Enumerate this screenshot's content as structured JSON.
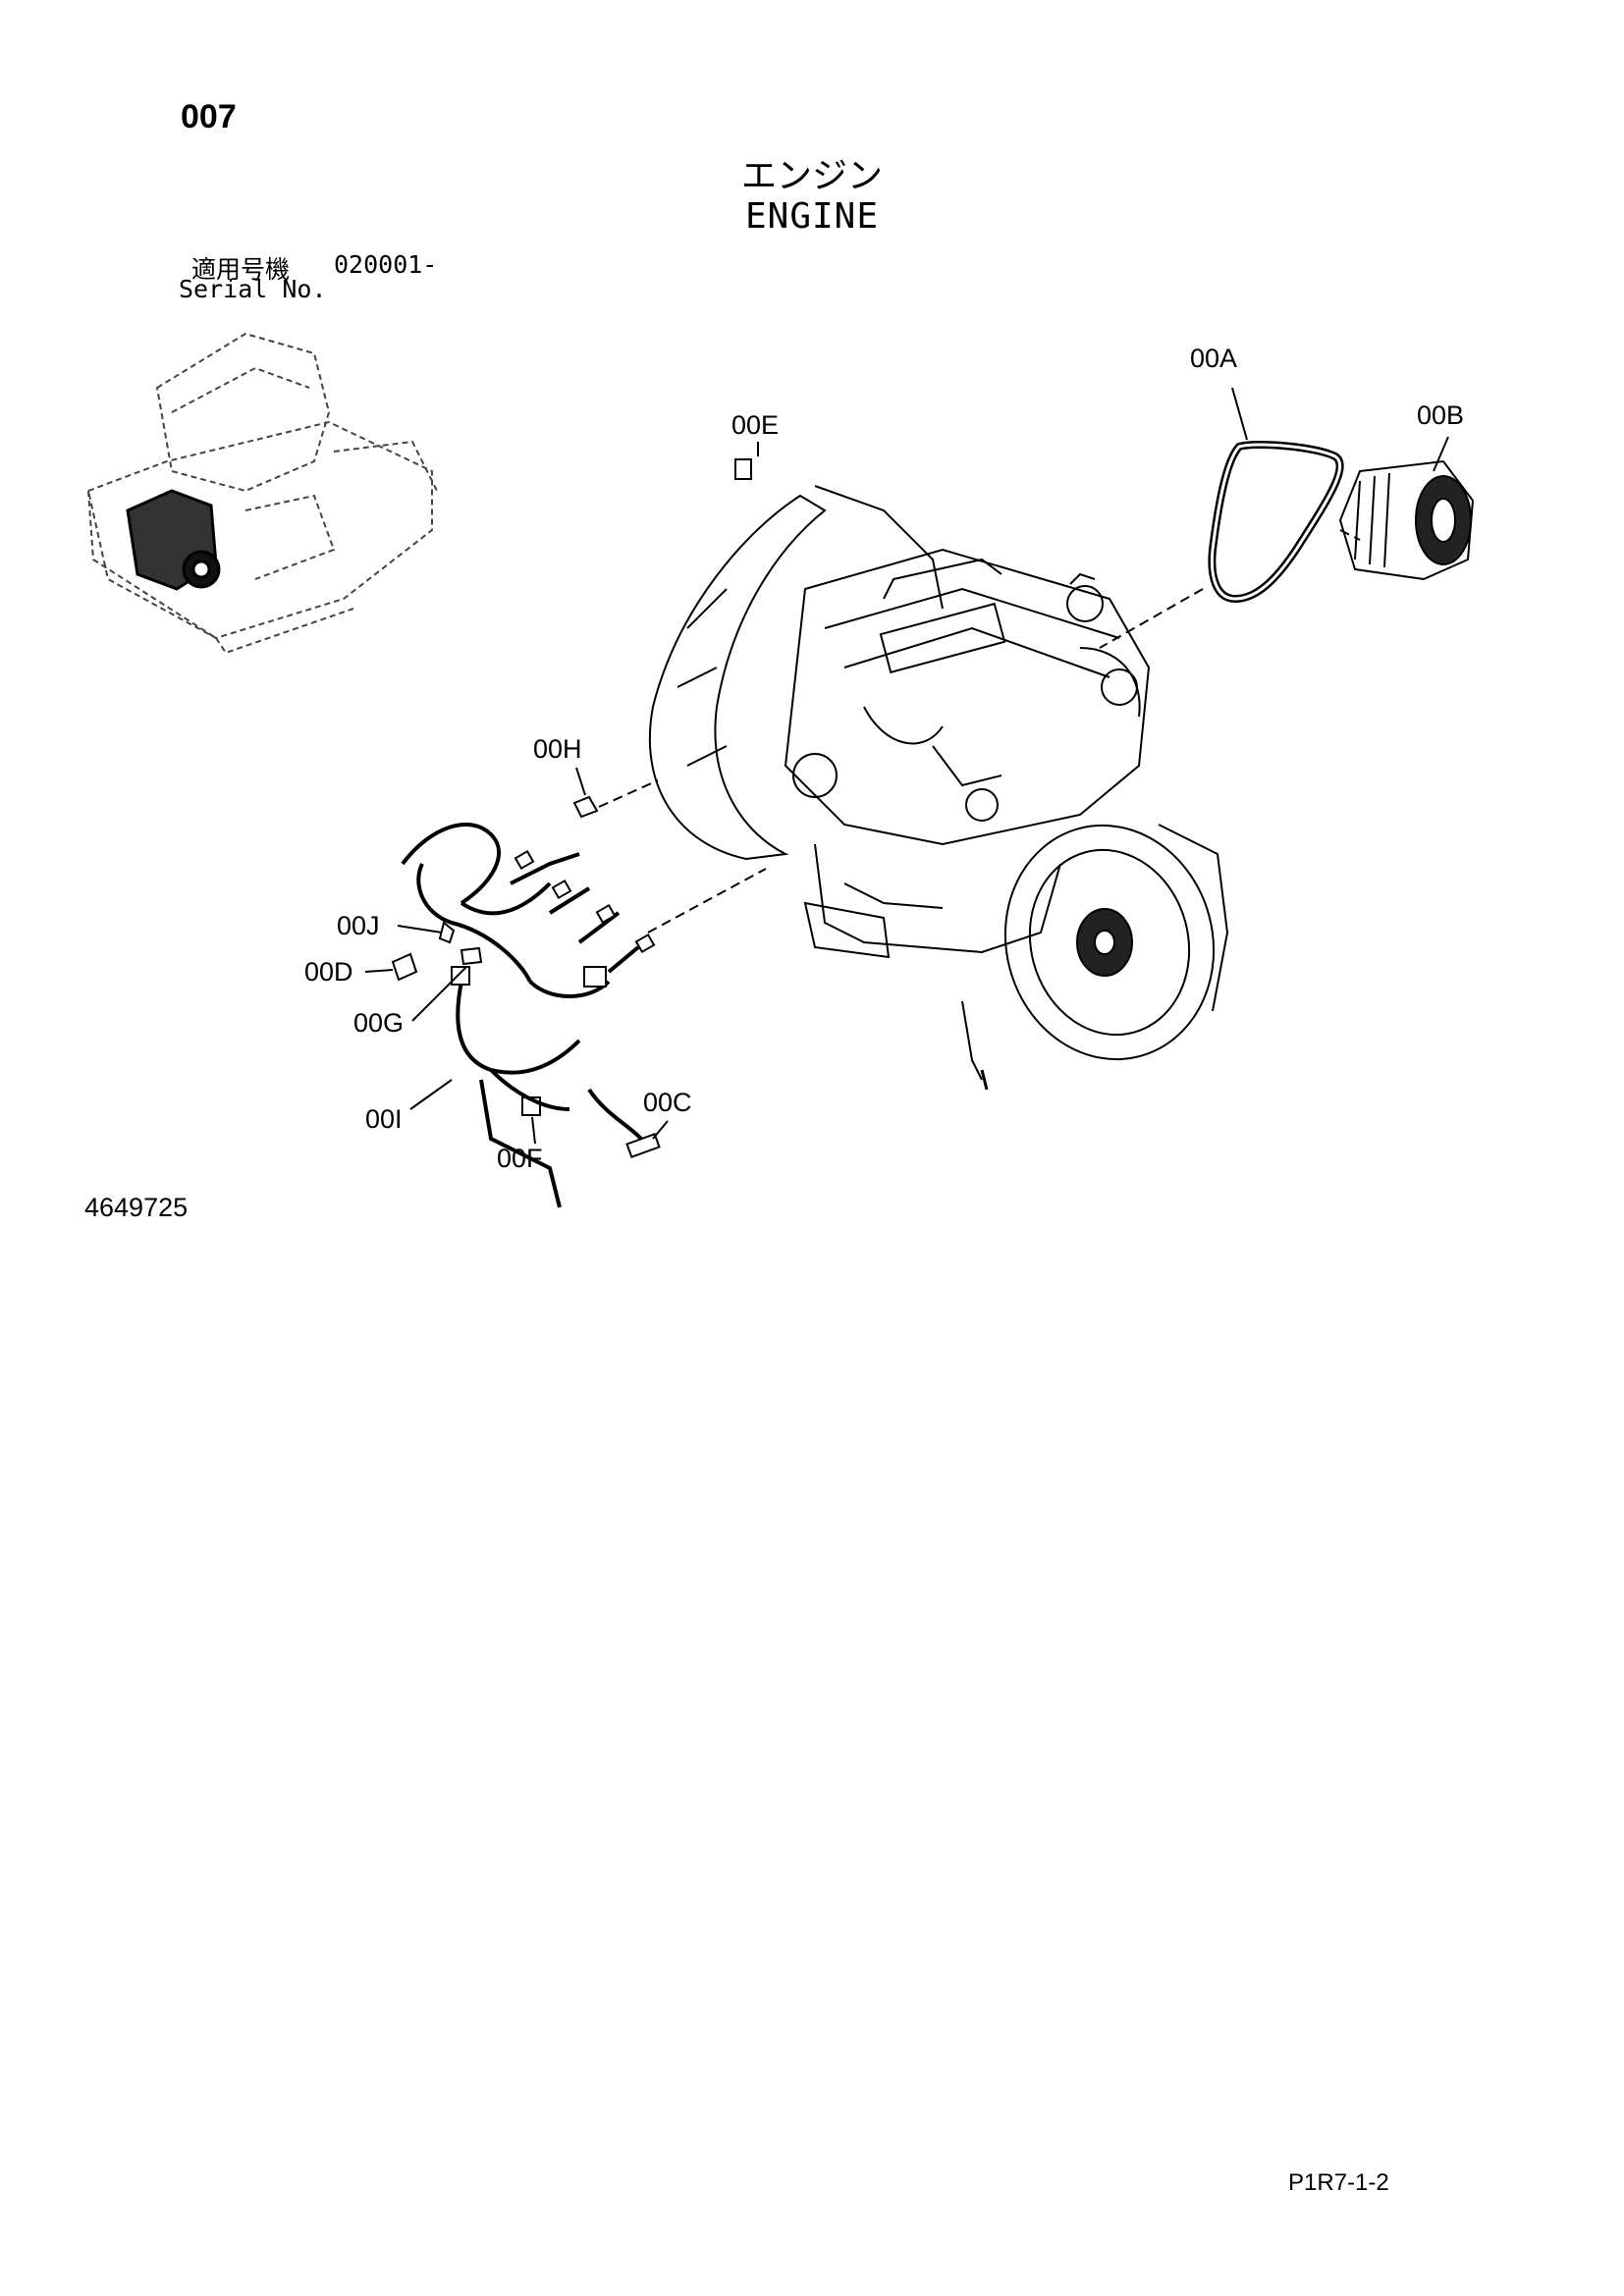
{
  "header": {
    "page_number": "007",
    "title_jp": "エンジン",
    "title_en": "ENGINE"
  },
  "serial": {
    "label_jp": "適用号機",
    "value": "020001-",
    "label_en": "Serial No."
  },
  "callouts": {
    "c00A": "00A",
    "c00B": "00B",
    "c00C": "00C",
    "c00D": "00D",
    "c00E": "00E",
    "c00F": "00F",
    "c00G": "00G",
    "c00H": "00H",
    "c00I": "00I",
    "c00J": "00J"
  },
  "footer": {
    "doc_number": "4649725",
    "page_code": "P1R7-1-2"
  }
}
